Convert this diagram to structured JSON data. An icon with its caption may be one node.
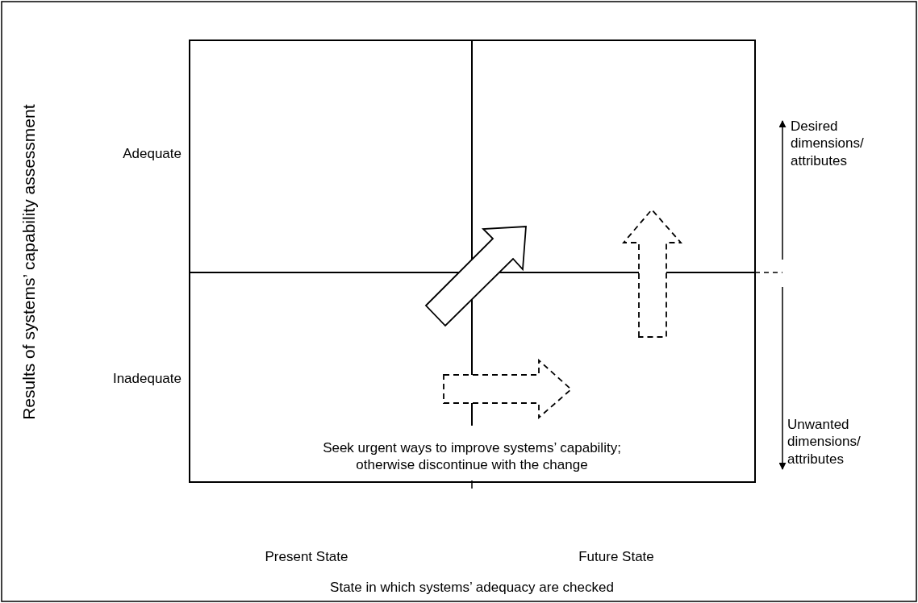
{
  "diagram": {
    "labels": [
      "Results of systems’ capability assessment",
      "Desired dimensions/ attributes",
      "Adequate",
      "Inadequate",
      "Seek urgent ways to improve systems’ capability; otherwise discontinue with the change",
      "Unwanted dimensions/ attributes",
      "Present State",
      "Future State",
      "State in which systems’ adequacy are checked"
    ]
  }
}
